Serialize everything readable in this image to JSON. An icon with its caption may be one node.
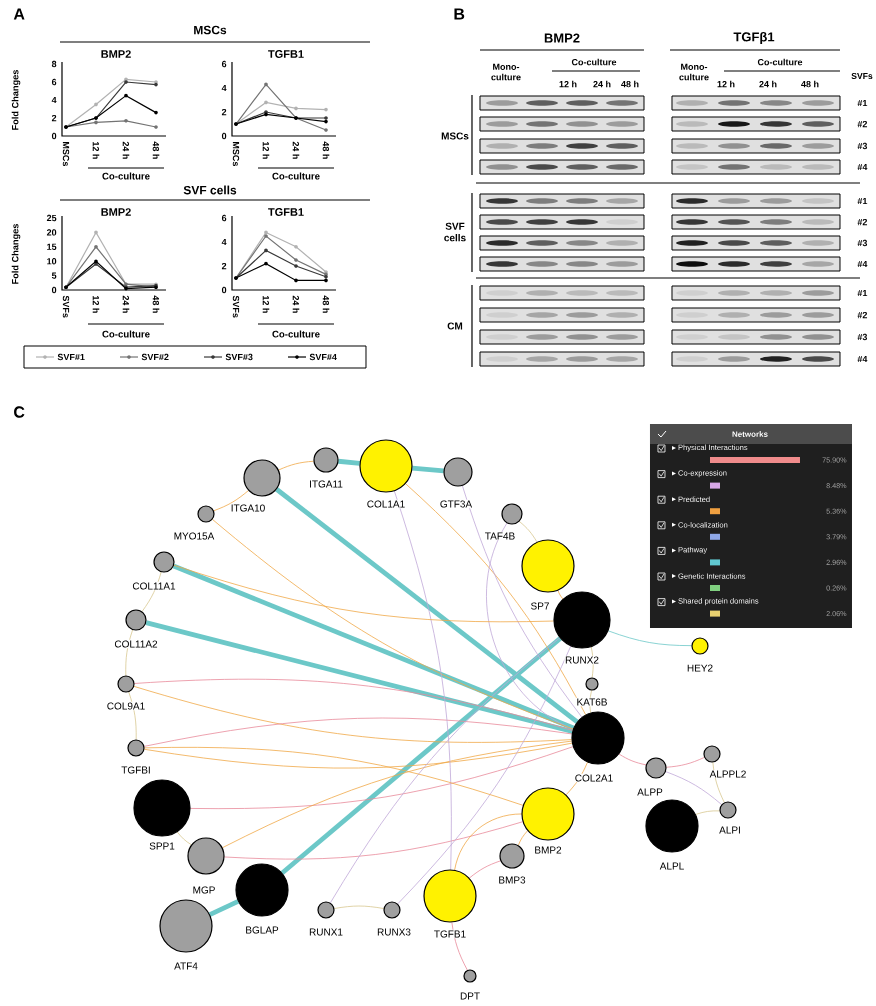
{
  "diagram": {
    "nodes": [
      {
        "text": [
          "ITGA11"
        ]
      },
      {
        "text": [
          "COL1A1"
        ]
      },
      {
        "text": [
          "GTF3A"
        ]
      },
      {
        "text": [
          "ITGA10"
        ]
      },
      {
        "text": [
          "MYO15A"
        ]
      },
      {
        "text": [
          "TAF4B"
        ]
      },
      {
        "text": [
          "COL11A1"
        ]
      },
      {
        "text": [
          "SP7"
        ]
      },
      {
        "text": [
          "COL11A2"
        ]
      },
      {
        "text": [
          "RUNX2"
        ]
      },
      {
        "text": [
          "HEY2"
        ]
      },
      {
        "text": [
          "COL9A1"
        ]
      },
      {
        "text": [
          "KAT6B"
        ]
      },
      {
        "text": [
          "COL2A1"
        ]
      },
      {
        "text": [
          "TGFBI"
        ]
      },
      {
        "text": [
          "ALPPL2"
        ]
      },
      {
        "text": [
          "ALPP"
        ]
      },
      {
        "text": [
          "SPP1"
        ]
      },
      {
        "text": [
          "ALPI"
        ]
      },
      {
        "text": [
          "BMP2"
        ]
      },
      {
        "text": [
          "ALPL"
        ]
      },
      {
        "text": [
          "MGP"
        ]
      },
      {
        "text": [
          "BMP3"
        ]
      },
      {
        "text": [
          "BGLAP"
        ]
      },
      {
        "text": [
          "TGFB1"
        ]
      },
      {
        "text": [
          "RUNX1"
        ]
      },
      {
        "text": [
          "RUNX3"
        ]
      },
      {
        "text": [
          "ATF4"
        ]
      },
      {
        "text": [
          "DPT"
        ]
      }
    ],
    "edges": [
      {
        "from": 0,
        "to": 1,
        "arrow": "none",
        "style": "thick",
        "color": "#6cc8c8"
      },
      {
        "from": 1,
        "to": 2,
        "arrow": "none",
        "style": "thick",
        "color": "#6cc8c8"
      },
      {
        "from": 3,
        "to": 0,
        "arrow": "none"
      },
      {
        "from": 4,
        "to": 3,
        "arrow": "none"
      },
      {
        "from": 3,
        "to": 13,
        "arrow": "none",
        "style": "thick",
        "color": "#6cc8c8"
      },
      {
        "from": 6,
        "to": 13,
        "arrow": "none",
        "style": "thick",
        "color": "#6cc8c8"
      },
      {
        "from": 8,
        "to": 13,
        "arrow": "none",
        "style": "thick",
        "color": "#6cc8c8"
      },
      {
        "from": 27,
        "to": 23,
        "arrow": "none",
        "style": "thick",
        "color": "#6cc8c8"
      },
      {
        "from": 23,
        "to": 9,
        "arrow": "none",
        "style": "thick",
        "color": "#6cc8c8"
      },
      {
        "from": 9,
        "to": 10,
        "arrow": "none",
        "color": "#6cc8c8"
      },
      {
        "from": 1,
        "to": 13,
        "arrow": "none"
      },
      {
        "from": 11,
        "to": 13,
        "arrow": "none"
      },
      {
        "from": 11,
        "to": 13,
        "arrow": "none",
        "color": "#e88a9a"
      },
      {
        "from": 14,
        "to": 13,
        "arrow": "none"
      },
      {
        "from": 14,
        "to": 13,
        "arrow": "none",
        "color": "#e88a9a"
      },
      {
        "from": 17,
        "to": 13,
        "arrow": "none",
        "color": "#e88a9a"
      },
      {
        "from": 21,
        "to": 13,
        "arrow": "none"
      },
      {
        "from": 21,
        "to": 19,
        "arrow": "none",
        "color": "#e88a9a"
      },
      {
        "from": 6,
        "to": 8,
        "arrow": "none",
        "color": "#d8c890"
      },
      {
        "from": 8,
        "to": 11,
        "arrow": "none",
        "color": "#d8c890"
      },
      {
        "from": 11,
        "to": 14,
        "arrow": "none",
        "color": "#d8c890"
      },
      {
        "from": 17,
        "to": 21,
        "arrow": "none",
        "color": "#d8c890"
      },
      {
        "from": 25,
        "to": 9,
        "arrow": "none",
        "color": "#c0a8d8"
      },
      {
        "from": 26,
        "to": 9,
        "arrow": "none",
        "color": "#c0a8d8"
      },
      {
        "from": 25,
        "to": 26,
        "arrow": "none",
        "color": "#d8c890"
      },
      {
        "from": 24,
        "to": 19,
        "arrow": "none"
      },
      {
        "from": 22,
        "to": 19,
        "arrow": "none"
      },
      {
        "from": 19,
        "to": 13,
        "arrow": "none"
      },
      {
        "from": 13,
        "to": 12,
        "arrow": "none",
        "color": "#d8c890"
      },
      {
        "from": 12,
        "to": 9,
        "arrow": "none",
        "color": "#d8c890"
      },
      {
        "from": 16,
        "to": 13,
        "arrow": "none",
        "color": "#e88a9a"
      },
      {
        "from": 16,
        "to": 15,
        "arrow": "none",
        "color": "#e88a9a"
      },
      {
        "from": 16,
        "to": 18,
        "arrow": "none",
        "color": "#c0a8d8"
      },
      {
        "from": 15,
        "to": 18,
        "arrow": "none",
        "color": "#d8c890"
      },
      {
        "from": 20,
        "to": 18,
        "arrow": "none",
        "color": "#d8c890"
      },
      {
        "from": 2,
        "to": 13,
        "arrow": "none",
        "color": "#c0a8d8"
      },
      {
        "from": 5,
        "to": 13,
        "arrow": "none",
        "color": "#c0a8d8"
      },
      {
        "from": 24,
        "to": 28,
        "arrow": "none",
        "color": "#e88a9a"
      },
      {
        "from": 24,
        "to": 22,
        "arrow": "none",
        "color": "#e88a9a"
      },
      {
        "from": 4,
        "to": 13,
        "arrow": "none"
      },
      {
        "from": 1,
        "to": 24,
        "arrow": "none",
        "color": "#c0a8d8"
      },
      {
        "from": 6,
        "to": 9,
        "arrow": "none"
      },
      {
        "from": 14,
        "to": 19,
        "arrow": "none"
      },
      {
        "from": 7,
        "to": 9,
        "arrow": "none"
      },
      {
        "from": 5,
        "to": 7,
        "arrow": "none",
        "color": "#d8c890"
      }
    ],
    "labels": [
      "A",
      "MSCs",
      "BMP2",
      "TGFB1",
      "Fold Changes",
      "8",
      "6",
      "4",
      "2",
      "0",
      "6",
      "4",
      "2",
      "0",
      "MSCs",
      "12 h",
      "24 h",
      "48 h",
      "Co-culture",
      "MSCs",
      "12 h",
      "24 h",
      "48 h",
      "Co-culture",
      "SVF cells",
      "BMP2",
      "TGFB1",
      "Fold Changes",
      "25",
      "20",
      "15",
      "10",
      "5",
      "0",
      "6",
      "4",
      "2",
      "0",
      "SVFs",
      "12 h",
      "24 h",
      "48 h",
      "Co-culture",
      "SVFs",
      "12 h",
      "24 h",
      "48 h",
      "Co-culture",
      "B",
      "BMP2",
      "TGFβ1",
      "Mono-culture",
      "Co-culture",
      "12 h",
      "24 h",
      "48 h",
      "Mono-culture",
      "Co-culture",
      "12 h",
      "24 h",
      "48 h",
      "SVFs",
      "MSCs",
      "#1",
      "#2",
      "#3",
      "#4",
      "SVF cells",
      "#1",
      "#2",
      "#3",
      "#4",
      "CM",
      "#1",
      "#2",
      "#3",
      "#4",
      "C",
      "Networks",
      "75.90%",
      "8.48%",
      "5.36%",
      "3.79%",
      "2.96%",
      "0.26%",
      "2.06%"
    ],
    "legend": [
      {
        "text": "SVF#1"
      },
      {
        "text": "SVF#2"
      },
      {
        "text": "SVF#3"
      },
      {
        "text": "SVF#4"
      },
      {
        "text": "Physical Interactions",
        "color": "#f08c8c"
      },
      {
        "text": "Co-expression",
        "color": "#d8a8e8"
      },
      {
        "text": "Predicted",
        "color": "#f0a040"
      },
      {
        "text": "Co-localization",
        "color": "#8fa8e8"
      },
      {
        "text": "Pathway",
        "color": "#60c8d0"
      },
      {
        "text": "Genetic Interactions",
        "color": "#80d080"
      },
      {
        "text": "Shared protein domains",
        "color": "#e8d070"
      }
    ]
  }
}
